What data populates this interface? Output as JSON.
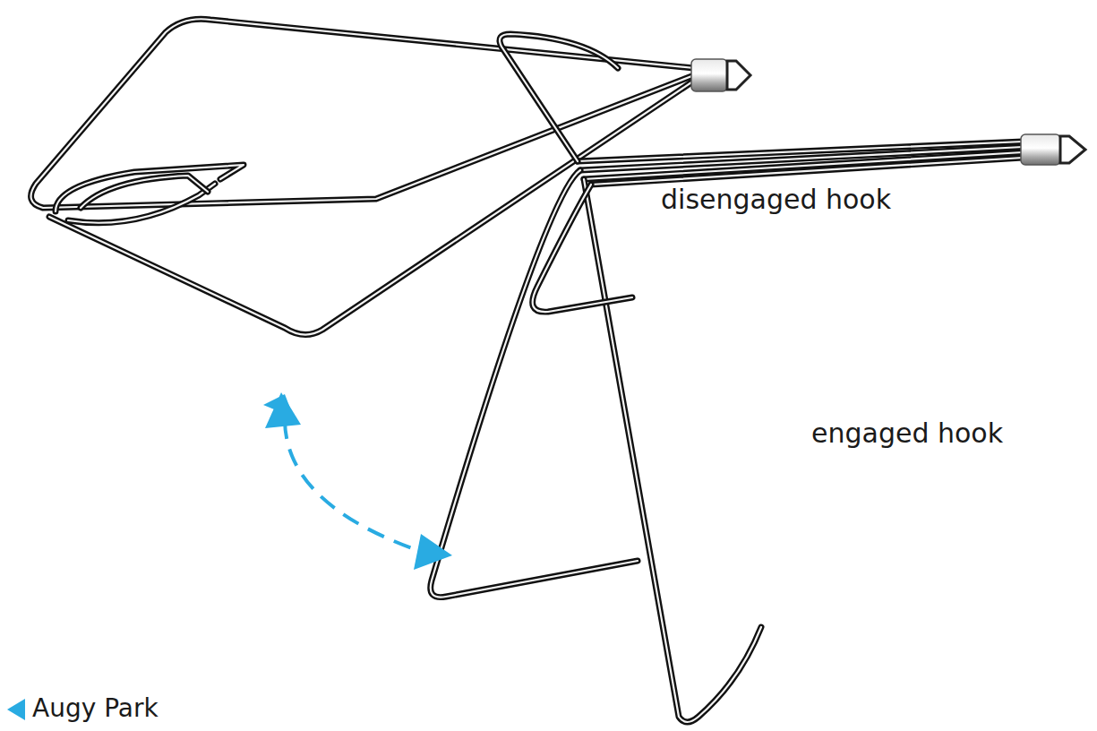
{
  "diagram": {
    "labels": [
      "disengaged hook",
      "engaged hook",
      "Augy Park"
    ]
  }
}
